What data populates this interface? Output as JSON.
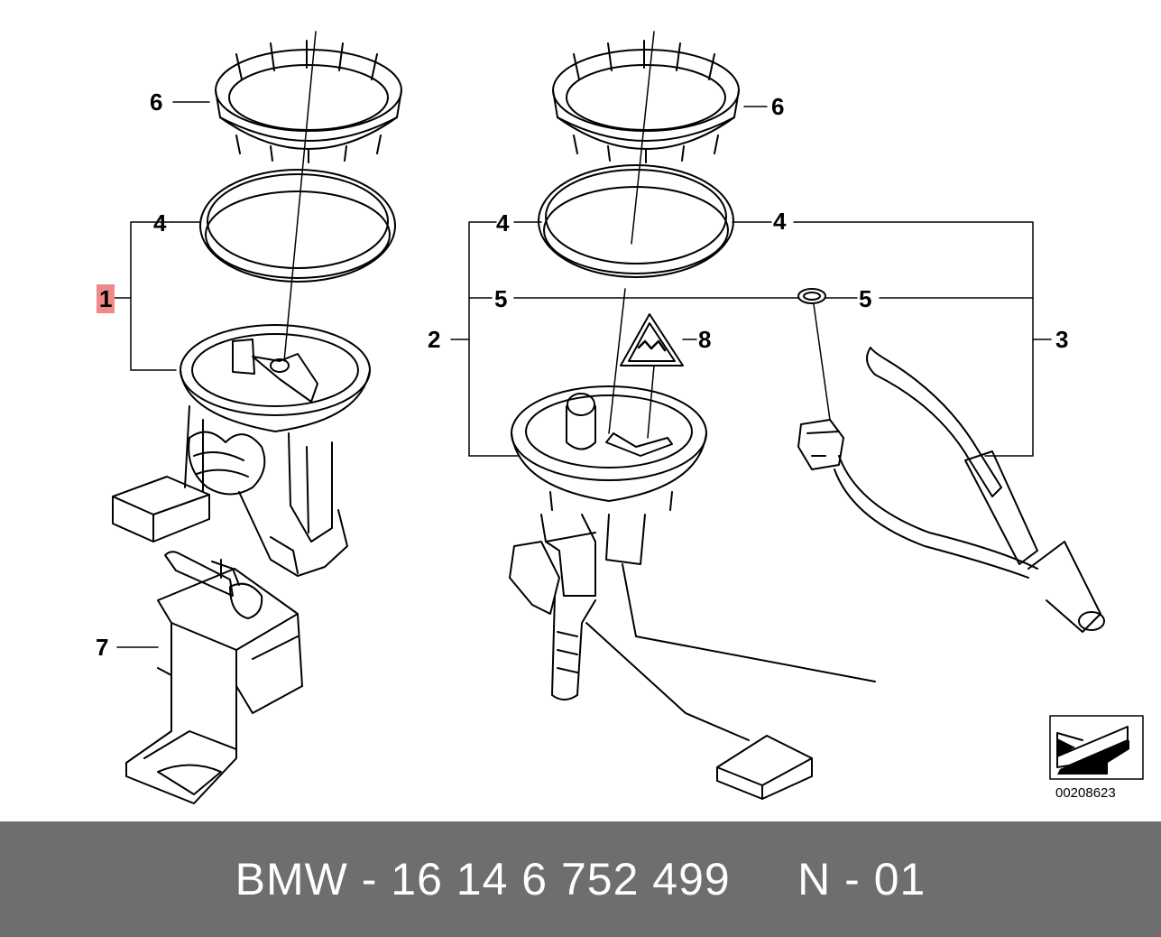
{
  "callouts": {
    "c1": "1",
    "c2": "2",
    "c3": "3",
    "c4a": "4",
    "c4b": "4",
    "c4c": "4",
    "c5a": "5",
    "c5b": "5",
    "c6a": "6",
    "c6b": "6",
    "c7": "7",
    "c8": "8"
  },
  "diagram_code": "00208623",
  "footer": {
    "text": "BMW - 16 14 6 752 499     N - 01"
  },
  "colors": {
    "highlight": "#f08a8a",
    "footer_bg": "#6e6e6e",
    "footer_text": "#ffffff"
  }
}
